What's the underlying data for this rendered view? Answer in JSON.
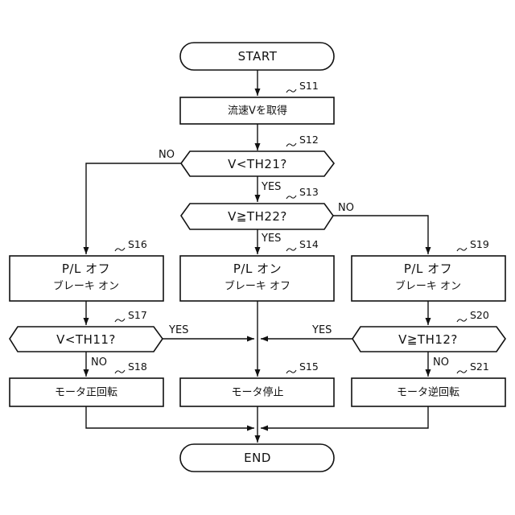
{
  "nodes": {
    "start": {
      "label": "START"
    },
    "s11": {
      "step": "S11",
      "label": "流速Vを取得"
    },
    "s12": {
      "step": "S12",
      "label": "V<TH21?"
    },
    "s13": {
      "step": "S13",
      "label": "V≧TH22?"
    },
    "s14": {
      "step": "S14",
      "line1": "P/L オン",
      "line2": "ブレーキ オフ"
    },
    "s15": {
      "step": "S15",
      "label": "モータ停止"
    },
    "s16": {
      "step": "S16",
      "line1": "P/L オフ",
      "line2": "ブレーキ オン"
    },
    "s17": {
      "step": "S17",
      "label": "V<TH11?"
    },
    "s18": {
      "step": "S18",
      "label": "モータ正回転"
    },
    "s19": {
      "step": "S19",
      "line1": "P/L オフ",
      "line2": "ブレーキ オン"
    },
    "s20": {
      "step": "S20",
      "label": "V≧TH12?"
    },
    "s21": {
      "step": "S21",
      "label": "モータ逆回転"
    },
    "end": {
      "label": "END"
    }
  },
  "branches": {
    "s12_yes": "YES",
    "s12_no": "NO",
    "s13_yes": "YES",
    "s13_no": "NO",
    "s17_yes": "YES",
    "s17_no": "NO",
    "s20_yes": "YES",
    "s20_no": "NO"
  }
}
